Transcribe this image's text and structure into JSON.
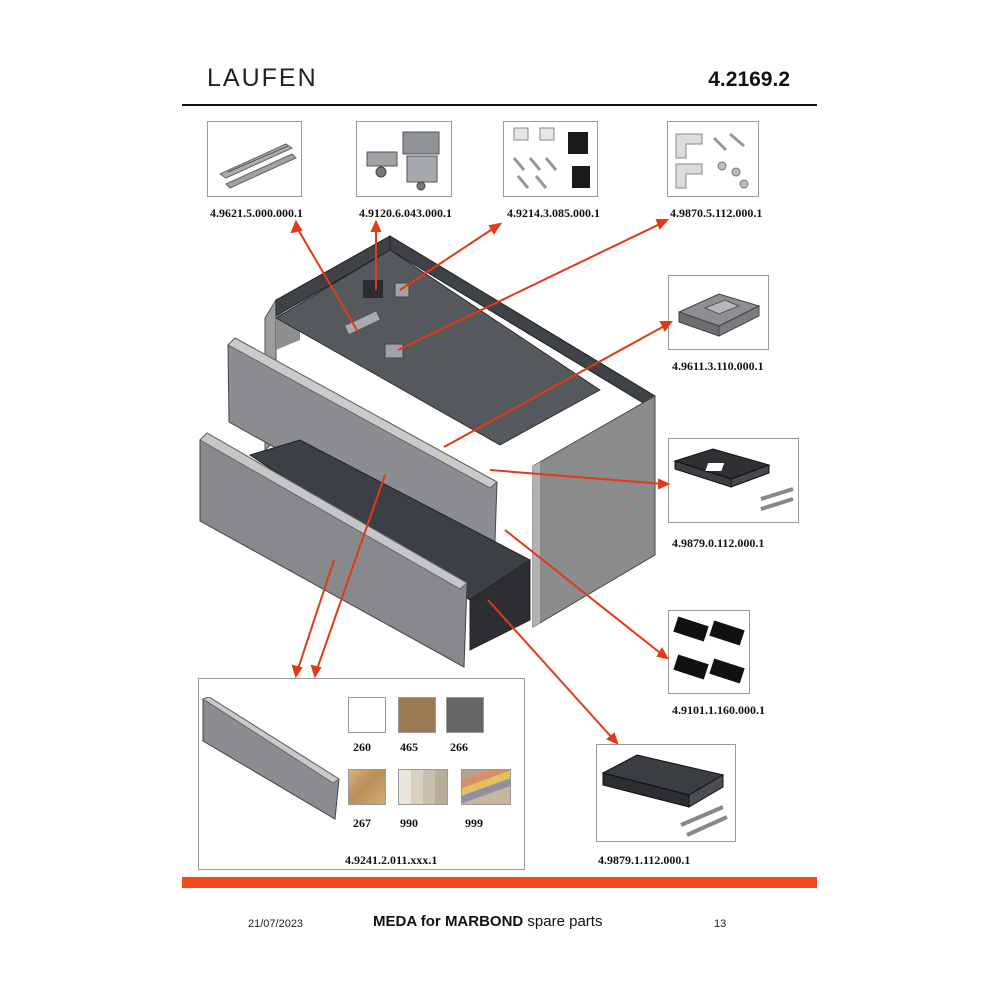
{
  "header": {
    "brand": "LAUFEN",
    "doc_code": "4.2169.2"
  },
  "parts": [
    {
      "id": "part-rail",
      "number": "4.9621.5.000.000.1"
    },
    {
      "id": "part-hinge",
      "number": "4.9120.6.043.000.1"
    },
    {
      "id": "part-fittings",
      "number": "4.9214.3.085.000.1"
    },
    {
      "id": "part-bracket",
      "number": "4.9870.5.112.000.1"
    },
    {
      "id": "part-insert",
      "number": "4.9611.3.110.000.1"
    },
    {
      "id": "part-drawer-upper",
      "number": "4.9879.0.112.000.1"
    },
    {
      "id": "part-labels",
      "number": "4.9101.1.160.000.1"
    },
    {
      "id": "part-drawer-lower",
      "number": "4.9879.1.112.000.1"
    }
  ],
  "front_panel": {
    "number": "4.9241.2.011.xxx.1",
    "swatches": [
      {
        "code": "260",
        "color": "#ffffff"
      },
      {
        "code": "465",
        "color": "#9c7a55"
      },
      {
        "code": "266",
        "color": "#666666"
      },
      {
        "code": "267",
        "color": "#c9a36e"
      },
      {
        "code": "990",
        "color": "#d9d2c4"
      },
      {
        "code": "999",
        "color": "#c8b9a8"
      }
    ]
  },
  "labels_brand": "LAUFEN",
  "footer": {
    "date": "21/07/2023",
    "title_bold": "MEDA for MARBOND",
    "title_rest": " spare parts",
    "page": "13"
  },
  "colors": {
    "accent": "#f24a1a",
    "arrow": "#e23a14",
    "cabinet": "#8a8c8e",
    "cabinet_dark": "#3f4246"
  }
}
